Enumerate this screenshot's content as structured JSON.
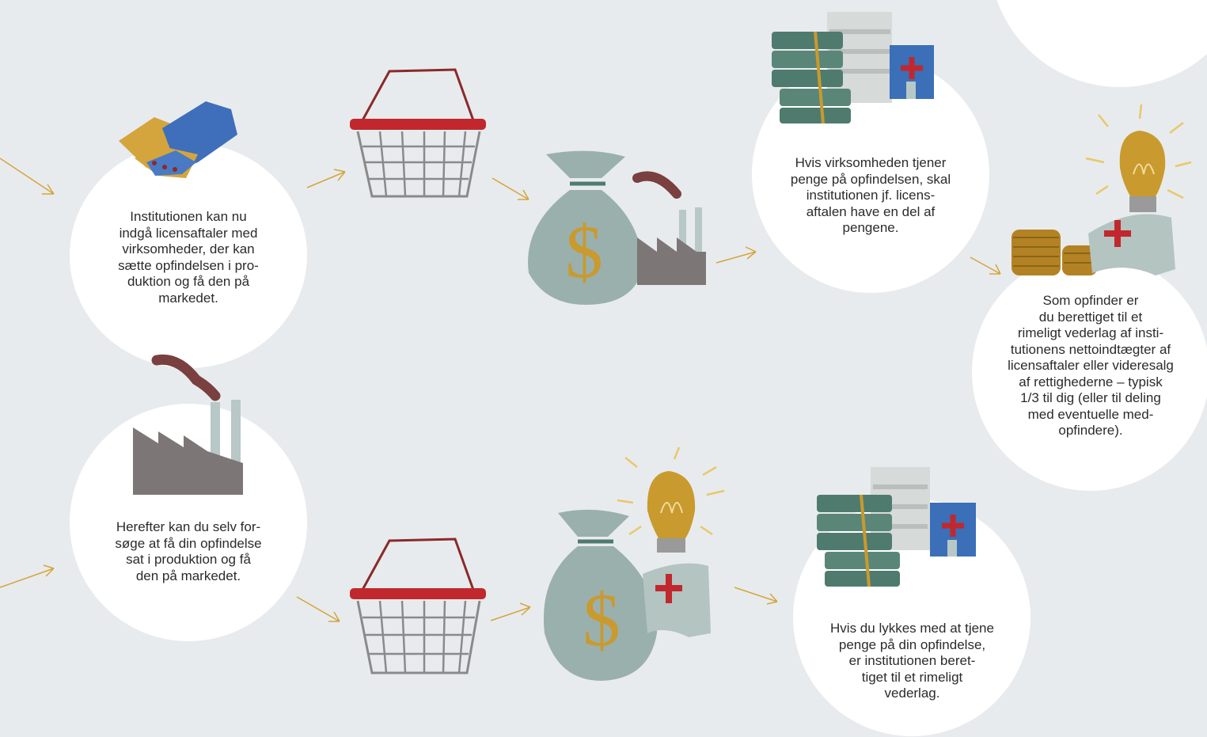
{
  "steps": {
    "license": {
      "text": "Institutionen kan nu\nindgå licensaftaler med\nvirksomheder, der kan\nsætte opfindelsen i pro-\nduktion og få den på\nmarkedet."
    },
    "company_profit": {
      "text": "Hvis virksomheden tjener\npenge på opfindelsen, skal\ninstitutionen jf. licens-\naftalen have en del af\npengene."
    },
    "inventor_share": {
      "text": "Som opfinder er\ndu berettiget til et\nrimeligt vederlag af insti-\ntutionens nettoindtægter af\nlicensaftaler eller videresalg\naf rettighederne – typisk\n1/3 til dig (eller til deling\nmed eventuelle med-\nopfindere)."
    },
    "self_production": {
      "text": "Herefter kan du selv for-\nsøge at få din opfindelse\nsat i produktion og få\nden på markedet."
    },
    "self_profit": {
      "text": "Hvis du lykkes med at tjene\npenge på din opfindelse,\ner institutionen beret-\ntiget til et rimeligt\nvederlag."
    }
  },
  "colors": {
    "background": "#e8ebed",
    "circle": "#ffffff",
    "arrow": "#d4a53c",
    "bag": "#8fa9a6",
    "gold": "#c99a2e",
    "red": "#c0282d",
    "money": "#4f7b6f",
    "factory": "#7d7677",
    "smoke": "#7a3f3f",
    "blue": "#3b6fb8"
  },
  "icons": [
    "handshake-icon",
    "basket-icon",
    "money-bag-icon",
    "factory-icon",
    "money-stack-icon",
    "hospital-icon",
    "lightbulb-icon",
    "coins-icon",
    "nurse-cap-icon"
  ]
}
